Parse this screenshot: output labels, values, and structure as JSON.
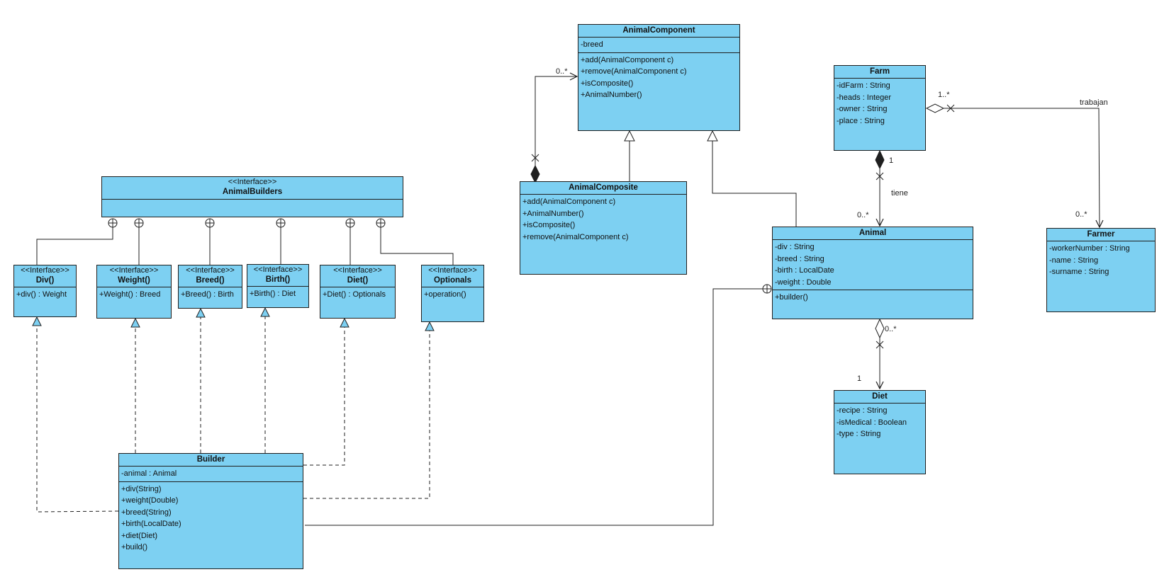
{
  "classes": {
    "animal_component": {
      "name": "AnimalComponent",
      "attributes": [
        "-breed"
      ],
      "operations": [
        "+add(AnimalComponent c)",
        "+remove(AnimalComponent c)",
        "+isComposite()",
        "+AnimalNumber()"
      ]
    },
    "animal_composite": {
      "name": "AnimalComposite",
      "operations": [
        "+add(AnimalComponent c)",
        "+AnimalNumber()",
        "+isComposite()",
        "+remove(AnimalComponent c)"
      ]
    },
    "farm": {
      "name": "Farm",
      "attributes": [
        "-idFarm : String",
        "-heads : Integer",
        "-owner : String",
        "-place : String"
      ]
    },
    "animal": {
      "name": "Animal",
      "attributes": [
        "-div : String",
        "-breed : String",
        "-birth : LocalDate",
        "-weight : Double"
      ],
      "operations": [
        "+builder()"
      ]
    },
    "farmer": {
      "name": "Farmer",
      "attributes": [
        "-workerNumber : String",
        "-name : String",
        "-surname : String"
      ]
    },
    "diet_class": {
      "name": "Diet",
      "attributes": [
        "-recipe : String",
        "-isMedical : Boolean",
        "-type : String"
      ]
    },
    "animal_builders": {
      "stereotype": "<<Interface>>",
      "name": "AnimalBuilders"
    },
    "div_iface": {
      "stereotype": "<<Interface>>",
      "name": "Div()",
      "operations": [
        "+div() : Weight"
      ]
    },
    "weight_iface": {
      "stereotype": "<<Interface>>",
      "name": "Weight()",
      "operations": [
        "+Weight() : Breed"
      ]
    },
    "breed_iface": {
      "stereotype": "<<Interface>>",
      "name": "Breed()",
      "operations": [
        "+Breed() : Birth"
      ]
    },
    "birth_iface": {
      "stereotype": "<<Interface>>",
      "name": "Birth()",
      "operations": [
        "+Birth() : Diet"
      ]
    },
    "diet_iface": {
      "stereotype": "<<Interface>>",
      "name": "Diet()",
      "operations": [
        "+Diet() : Optionals"
      ]
    },
    "optionals_iface": {
      "stereotype": "<<Interface>>",
      "name": "Optionals",
      "operations": [
        "+operation()"
      ]
    },
    "builder": {
      "name": "Builder",
      "attributes": [
        "-animal : Animal"
      ],
      "operations": [
        "+div(String)",
        "+weight(Double)",
        "+breed(String)",
        "+birth(LocalDate)",
        "+diet(Diet)",
        "+build()"
      ]
    }
  },
  "relationships": {
    "composite_multiplicity": "0..*",
    "farm_farmer_multiplicity_farm": "1..*",
    "farm_farmer_name": "trabajan",
    "farm_farmer_multiplicity_farmer": "0..*",
    "farm_animal_multiplicity_farm": "1",
    "farm_animal_name": "tiene",
    "farm_animal_multiplicity_animal": "0..*",
    "animal_diet_multiplicity_animal": "0..*",
    "animal_diet_multiplicity_diet": "1"
  },
  "colors": {
    "class_fill": "#7dd0f2",
    "line": "#1f1f1f"
  }
}
